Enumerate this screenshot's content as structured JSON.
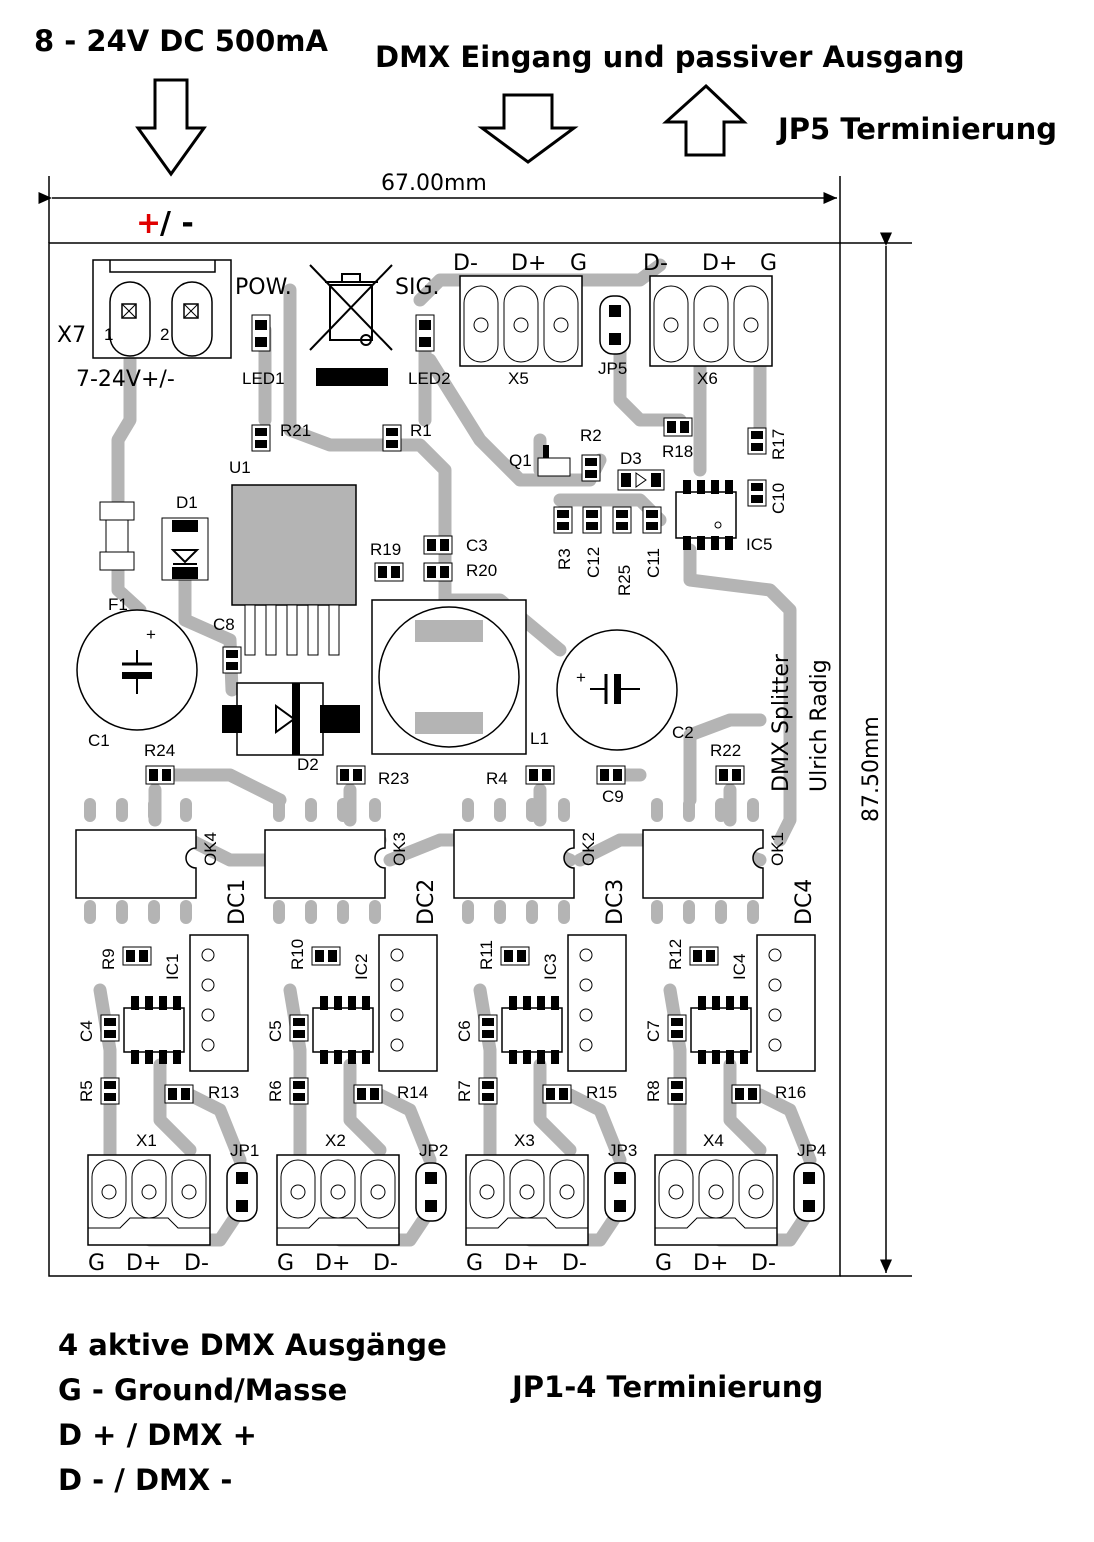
{
  "annotations": {
    "power": "8 - 24V DC 500mA",
    "dmx_in": "DMX Eingang und passiver Ausgang",
    "jp5": "JP5 Terminierung",
    "outputs": "4 aktive DMX Ausgänge",
    "g_line": "G - Ground/Masse",
    "dplus_line": "D + / DMX +",
    "dminus_line": "D - / DMX -",
    "jp14": "JP1-4 Terminierung",
    "polarity_plus": "+",
    "polarity_rest": "/ -"
  },
  "dimensions": {
    "width": "67.00mm",
    "height": "87.50mm"
  },
  "board": {
    "x7": "X7",
    "x7_pin1": "1",
    "x7_pin2": "2",
    "x7_rating": "7-24V+/-",
    "pow": "POW.",
    "sig": "SIG.",
    "led1": "LED1",
    "led2": "LED2",
    "x5": "X5",
    "x6": "X6",
    "jp5": "JP5",
    "x5_pins": [
      "D-",
      "D+",
      "G"
    ],
    "x6_pins": [
      "D-",
      "D+",
      "G"
    ],
    "r21": "R21",
    "r1": "R1",
    "u1": "U1",
    "d1": "D1",
    "f1": "F1",
    "c1": "C1",
    "c8": "C8",
    "d2": "D2",
    "r19": "R19",
    "r20": "R20",
    "c3": "C3",
    "l1": "L1",
    "c2": "C2",
    "q1": "Q1",
    "r2": "R2",
    "d3": "D3",
    "r18": "R18",
    "r17": "R17",
    "c10": "C10",
    "ic5": "IC5",
    "r3": "R3",
    "c12": "C12",
    "r25": "R25",
    "c11": "C11",
    "r24": "R24",
    "r23": "R23",
    "r4": "R4",
    "c9": "C9",
    "r22": "R22",
    "title": "DMX Splitter",
    "author": "Ulrich Radig"
  },
  "channels": [
    {
      "ok": "OK4",
      "dc": "DC1",
      "rt": "R9",
      "ic": "IC1",
      "c": "C4",
      "rl": "R5",
      "rr": "R13",
      "x": "X1",
      "jp": "JP1",
      "pins": [
        "G",
        "D+",
        "D-"
      ]
    },
    {
      "ok": "OK3",
      "dc": "DC2",
      "rt": "R10",
      "ic": "IC2",
      "c": "C5",
      "rl": "R6",
      "rr": "R14",
      "x": "X2",
      "jp": "JP2",
      "pins": [
        "G",
        "D+",
        "D-"
      ]
    },
    {
      "ok": "OK2",
      "dc": "DC3",
      "rt": "R11",
      "ic": "IC3",
      "c": "C6",
      "rl": "R7",
      "rr": "R15",
      "x": "X3",
      "jp": "JP3",
      "pins": [
        "G",
        "D+",
        "D-"
      ]
    },
    {
      "ok": "OK1",
      "dc": "DC4",
      "rt": "R12",
      "ic": "IC4",
      "c": "C7",
      "rl": "R8",
      "rr": "R16",
      "x": "X4",
      "jp": "JP4",
      "pins": [
        "G",
        "D+",
        "D-"
      ]
    }
  ],
  "colors": {
    "trace": "#b4b4b4",
    "pad": "#000000",
    "plus": "#e00000"
  }
}
